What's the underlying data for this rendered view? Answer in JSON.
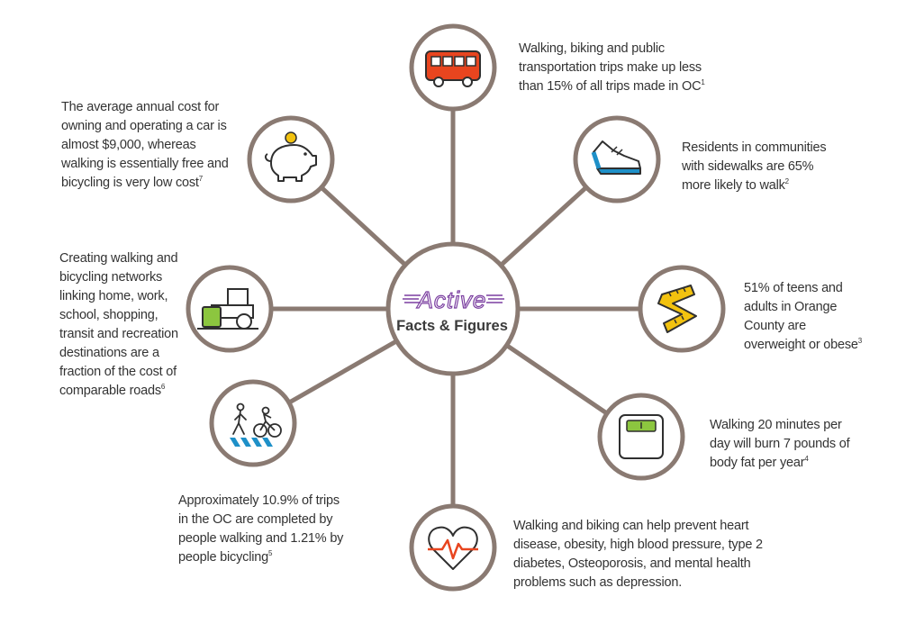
{
  "center": {
    "title": "Active",
    "subtitle": "Facts & Figures"
  },
  "colors": {
    "ring": "#8a7a72",
    "accent_purple": "#7b3fa0",
    "bus_red": "#e8451f",
    "shoe_blue": "#1e90c8",
    "tape_yellow": "#f2c20f",
    "scale_green": "#8cc63f",
    "heart_red": "#e8451f",
    "roller_green": "#8cc63f",
    "crossing_blue": "#1e90c8"
  },
  "facts": [
    {
      "id": "transit",
      "icon": "bus-icon",
      "text": "Walking, biking and public transportation trips make up less than 15% of all trips made in OC",
      "ref": "1"
    },
    {
      "id": "sidewalks",
      "icon": "shoe-icon",
      "text": "Residents in communities with sidewalks are 65% more likely to walk",
      "ref": "2"
    },
    {
      "id": "teens",
      "icon": "measuring-tape-icon",
      "text": "51% of teens and adults in Orange County are overweight or obese",
      "ref": "3"
    },
    {
      "id": "walking20",
      "icon": "scale-icon",
      "text": "Walking 20 minutes per day will burn 7 pounds of body fat per year",
      "ref": "4"
    },
    {
      "id": "health",
      "icon": "heartbeat-icon",
      "text": "Walking and biking can help prevent heart disease, obesity, high blood pressure, type 2 diabetes, Osteoporosis, and mental health problems such as depression.",
      "ref": ""
    },
    {
      "id": "trips",
      "icon": "pedestrian-cyclist-icon",
      "text": "Approximately 10.9% of trips in the OC are completed by people walking and 1.21% by people bicycling",
      "ref": "5"
    },
    {
      "id": "networks",
      "icon": "road-roller-icon",
      "text": "Creating walking and bicycling networks linking home, work, school, shopping, transit and recreation destinations are a fraction of the cost of comparable roads",
      "ref": "6"
    },
    {
      "id": "cost",
      "icon": "piggy-bank-icon",
      "text": "The average annual cost for owning and operating a car is almost $9,000, whereas walking is essentially free and bicycling is very low cost",
      "ref": "7"
    }
  ]
}
